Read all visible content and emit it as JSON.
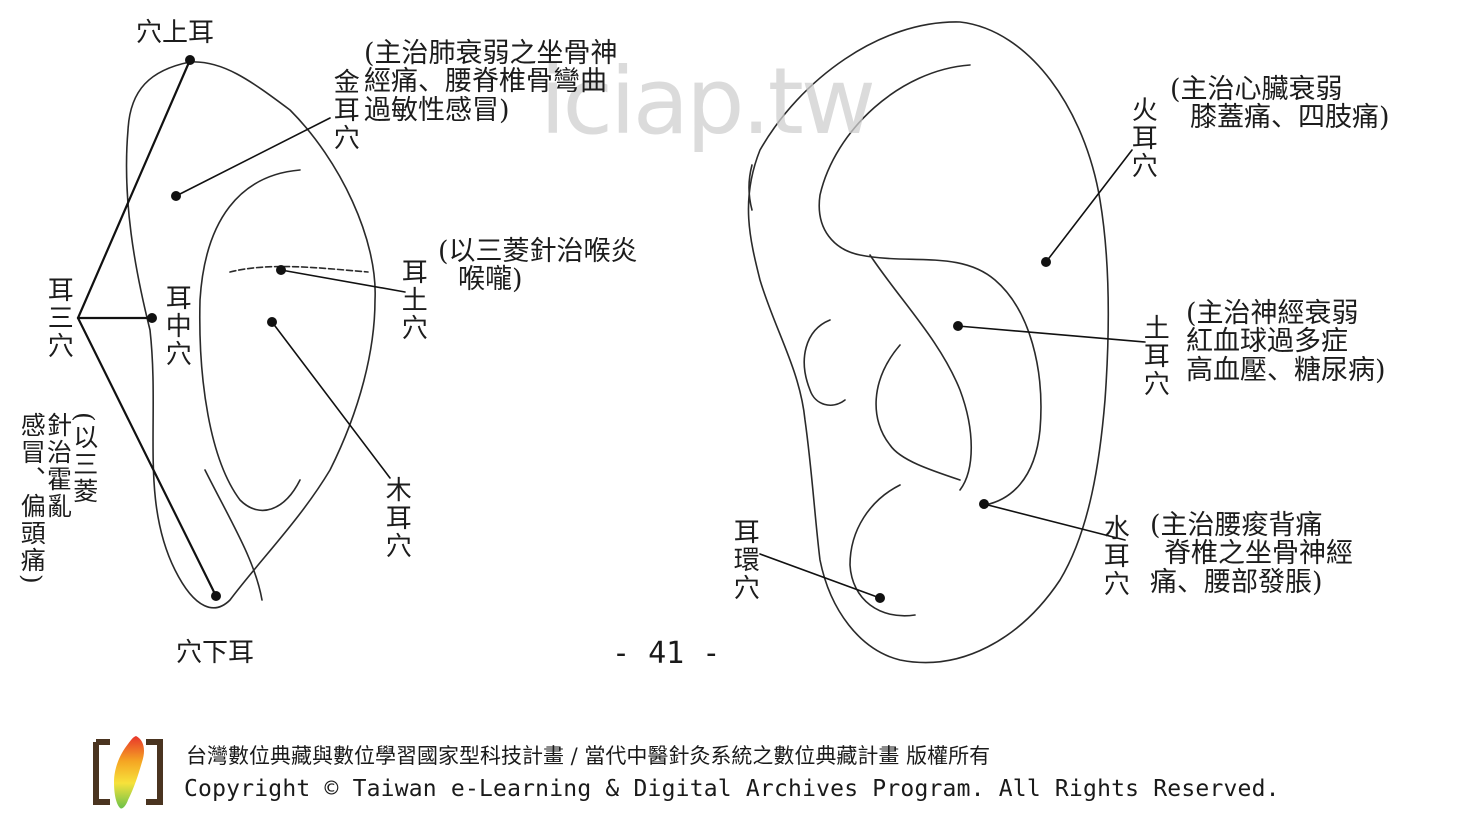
{
  "watermark": "iciap.tw",
  "left_figure": {
    "points": {
      "top": "穴上耳",
      "middle": "耳中穴",
      "bottom": "穴下耳",
      "group": "耳三穴",
      "jin": "金耳穴",
      "tu_upper": "耳土穴",
      "mu": "木耳穴"
    },
    "notes": {
      "jin": [
        "(主治肺衰弱之坐骨神",
        "經痛、腰脊椎骨彎曲",
        "過敏性感冒)"
      ],
      "tu_upper": [
        "(以三菱針治喉炎",
        "喉嚨)"
      ],
      "group": [
        "(以三菱",
        "針治霍亂",
        "感冒、偏頭痛)"
      ]
    }
  },
  "right_figure": {
    "points": {
      "huo": "火耳穴",
      "tu": "土耳穴",
      "shui": "水耳穴",
      "huan": "耳環穴"
    },
    "notes": {
      "huo": [
        "(主治心臟衰弱",
        "膝蓋痛、四肢痛)"
      ],
      "tu": [
        "(主治神經衰弱",
        "紅血球過多症",
        "高血壓、糖尿病)"
      ],
      "shui": [
        "(主治腰痠背痛",
        "脊椎之坐骨神經",
        "痛、腰部發脹)"
      ]
    }
  },
  "page_number": "- 41 -",
  "footer": {
    "line1": "台灣數位典藏與數位學習國家型科技計畫 / 當代中醫針灸系統之數位典藏計畫 版權所有",
    "line2": "Copyright © Taiwan e-Learning & Digital Archives Program. All Rights Reserved."
  }
}
